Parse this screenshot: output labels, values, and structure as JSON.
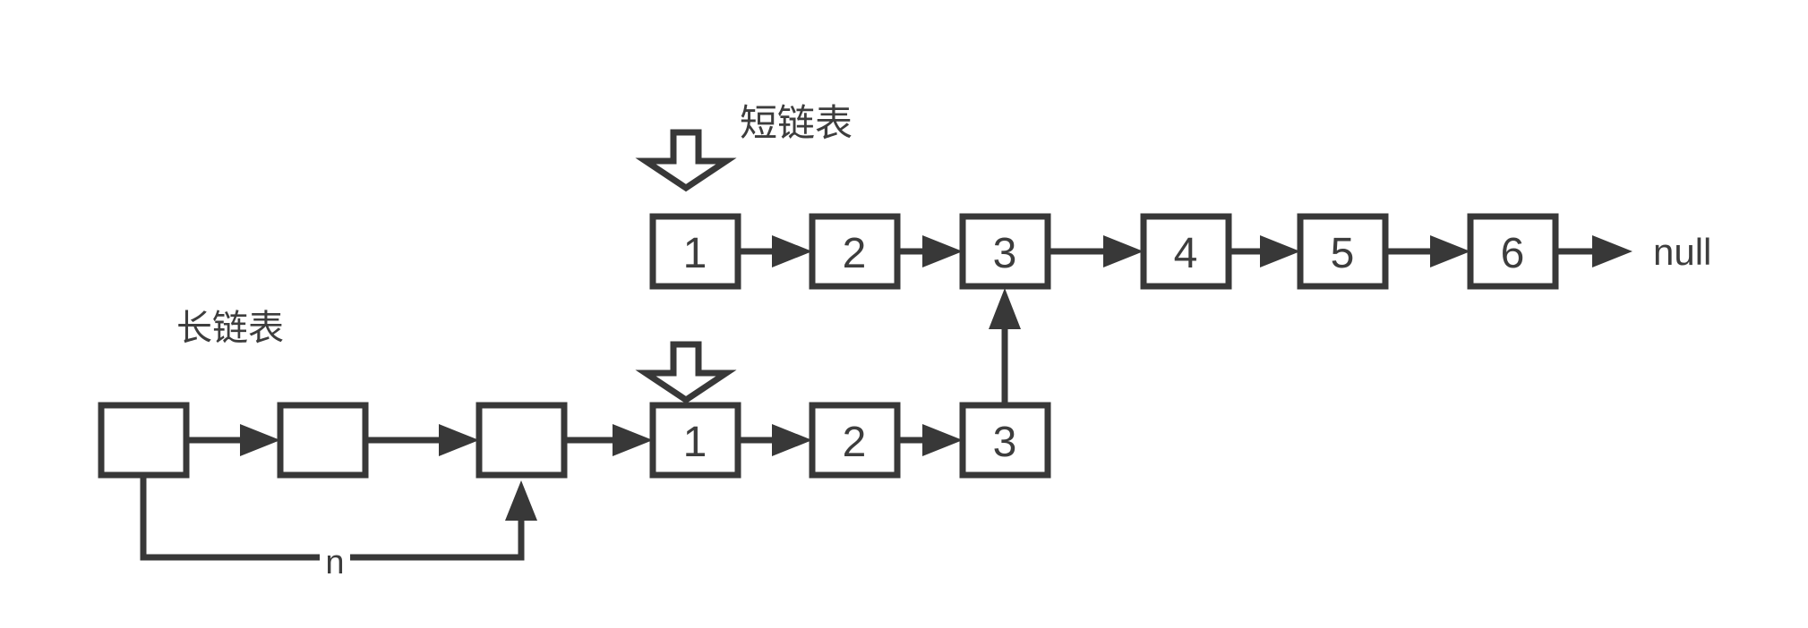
{
  "diagram": {
    "type": "linked-list-intersection-diagram",
    "colors": {
      "stroke": "#383838",
      "text": "#3d3d3d",
      "background": "#ffffff"
    },
    "short_list": {
      "label": "短链表",
      "nodes": [
        "1",
        "2",
        "3",
        "4",
        "5",
        "6"
      ],
      "tail_label": "null"
    },
    "long_list": {
      "label": "长链表",
      "empty_node_count": 3,
      "nodes": [
        "1",
        "2",
        "3"
      ],
      "skip_label": "n"
    }
  }
}
